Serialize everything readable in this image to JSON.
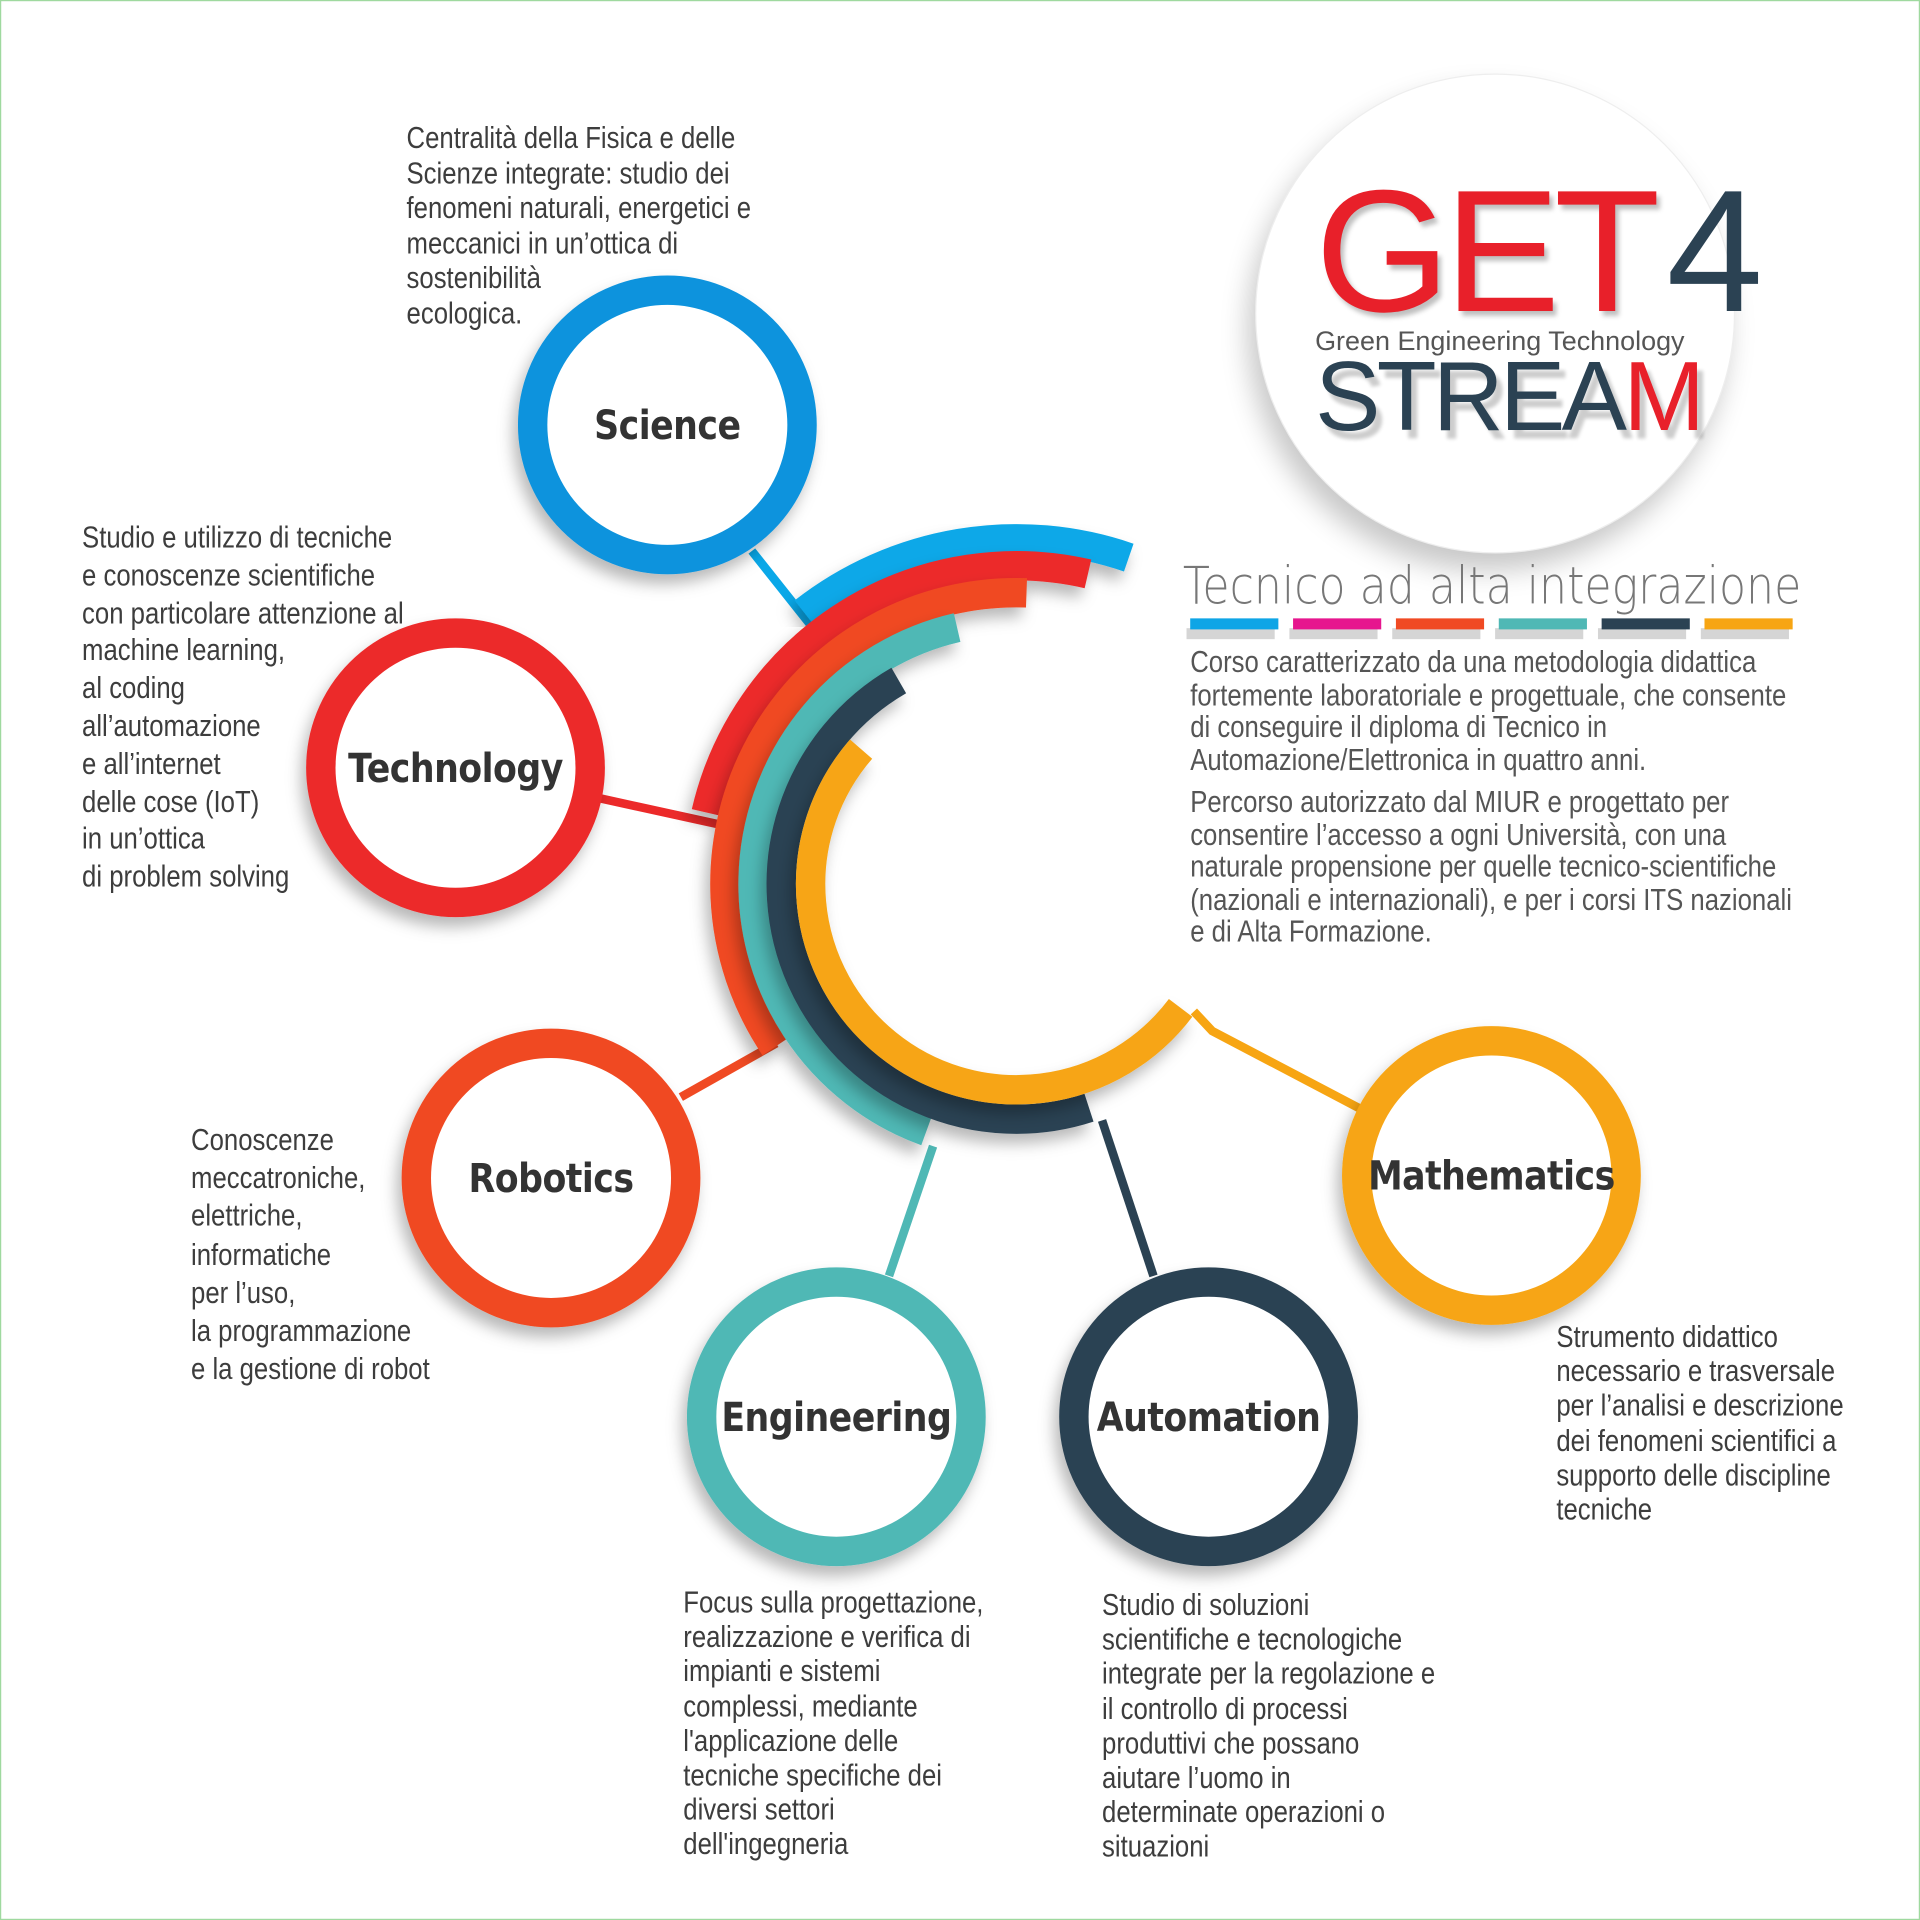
{
  "logo": {
    "get": "GET",
    "four": "4",
    "subtitle": "Green Engineering Technology",
    "stream_main": "STREA",
    "stream_last": "M"
  },
  "info": {
    "headline": "Tecnico ad alta integrazione",
    "bar_colors": [
      "#0ea5e6",
      "#e6168e",
      "#f04a23",
      "#4fb8b5",
      "#2b4253",
      "#f7a513"
    ],
    "paragraph_1": "Corso caratterizzato da una metodologia didattica\nfortemente laboratoriale e progettuale, che consente\ndi conseguire il diploma di Tecnico in\nAutomazione/Elettronica in quattro anni.",
    "paragraph_2": "Percorso autorizzato dal MIUR e progettato per\nconsentire l’accesso a ogni Università, con una\nnaturale propensione per quelle tecnico-scientifiche\n(nazionali e internazionali), e per i corsi ITS nazionali\ne di Alta Formazione."
  },
  "nodes": [
    {
      "id": "science",
      "label": "Science",
      "color": "#0b93dd",
      "arc_color": "#0aa8e8",
      "description": "Centralità della Fisica e delle\nScienze integrate: studio dei\nfenomeni naturali, energetici e\nmeccanici in un’ottica di\nsostenibilità\necologica."
    },
    {
      "id": "technology",
      "label": "Technology",
      "color": "#ec2a2a",
      "arc_color": "#ec2a2a",
      "description": "Studio e utilizzo di tecniche\ne conoscenze scientifiche\ncon particolare attenzione al\nmachine learning,\nal coding\nall’automazione\ne all’internet\ndelle cose (IoT)\nin un’ottica\ndi problem solving"
    },
    {
      "id": "robotics",
      "label": "Robotics",
      "color": "#f04a23",
      "arc_color": "#f04a23",
      "description": "Conoscenze\nmeccatroniche,\nelettriche,\ninformatiche\nper l’uso,\nla programmazione\ne la gestione di robot"
    },
    {
      "id": "engineering",
      "label": "Engineering",
      "color": "#4fb8b5",
      "arc_color": "#4fb8b5",
      "description": "Focus sulla progettazione,\nrealizzazione e verifica di\nimpianti e sistemi\ncomplessi, mediante\nl'applicazione delle\ntecniche specifiche dei\ndiversi settori\ndell'ingegneria"
    },
    {
      "id": "automation",
      "label": "Automation",
      "color": "#2b4253",
      "arc_color": "#2b4253",
      "description": "Studio di soluzioni\nscientifiche e tecnologiche\nintegrate per la regolazione e\nil controllo di processi\nproduttivi che possano\naiutare l’uomo in\ndeterminate operazioni o\nsituazioni"
    },
    {
      "id": "mathematics",
      "label": "Mathematics",
      "color": "#f7a513",
      "arc_color": "#f7a513",
      "description": "Strumento didattico\nnecessario e trasversale\nper l’analisi e descrizione\ndei fenomeni scientifici a\nsupporto delle discipline\ntecniche"
    }
  ]
}
